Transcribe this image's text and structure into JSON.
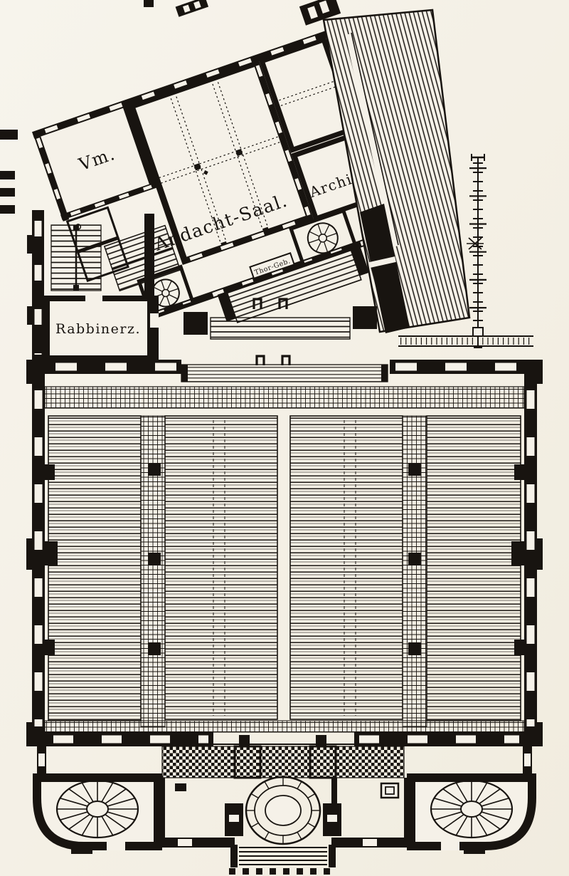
{
  "plan": {
    "type": "architectural-floor-plan-engraving",
    "labels": {
      "vestibule_room": "Vm.",
      "prayer_hall": "Andacht-Saal.",
      "archive": "Archiv.",
      "rabbi_room": "Rabbinerz.",
      "gate_building": "Thor-Geb."
    },
    "colors": {
      "paper": "#f5f1e8",
      "ink": "#181410"
    }
  }
}
